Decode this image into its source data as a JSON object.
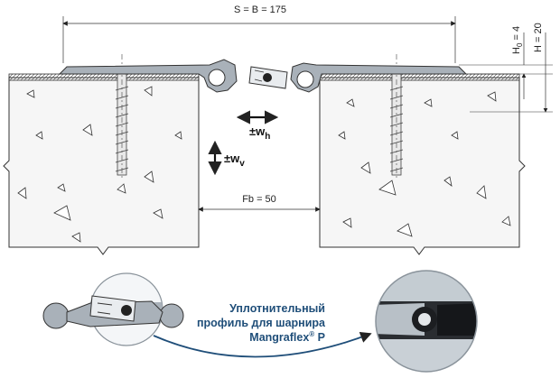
{
  "dimensions": {
    "span": "S = B = 175",
    "h0_main": "H",
    "h0_sub": "0",
    "h0_value": " = 4",
    "h": "H = 20",
    "fb": "Fb = 50"
  },
  "movements": {
    "w_main": "±w",
    "w_h_sub": "h",
    "w_v_sub": "v"
  },
  "caption": {
    "line1": "Уплотнительный",
    "line2": "профиль для шарнира",
    "line3": "Mangraflex",
    "reg": "®",
    "line3_tail": " P"
  },
  "colors": {
    "profile": "#a9b1b9",
    "profile_dark": "#5a6168",
    "concrete": "#f6f6f6",
    "caption": "#1f4e79",
    "arrow": "#1f4e79"
  }
}
